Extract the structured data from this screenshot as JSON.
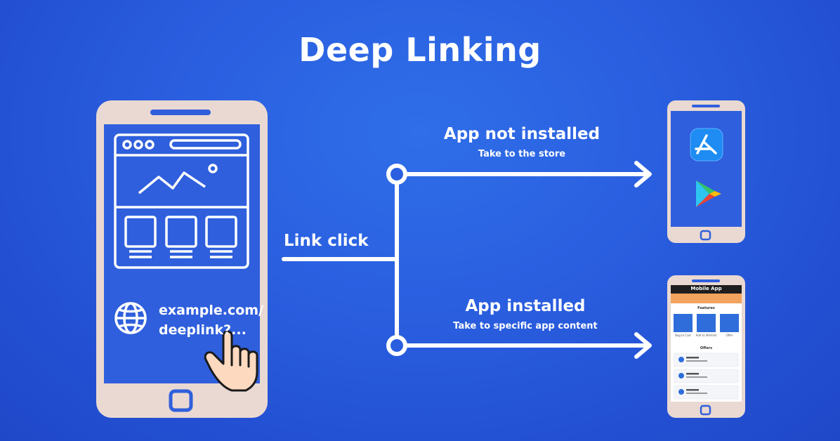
{
  "title": "Deep Linking",
  "link_click": "Link click",
  "branches": {
    "not_installed": {
      "title": "App not installed",
      "subtitle": "Take to the store"
    },
    "installed": {
      "title": "App installed",
      "subtitle": "Take to specific app content"
    }
  },
  "phone_url": {
    "line1": "example.com/",
    "line2": "deeplink?..."
  },
  "app_screen": {
    "header_title": "Mobile App",
    "section_title": "Features",
    "tile_labels": [
      "Bag to Cart",
      "Add to Wishlist",
      "Offer"
    ],
    "list_title": "Offers"
  },
  "colors": {
    "background": "#2a5fe0",
    "phone_body": "#ead9d2",
    "phone_screen": "#2f5fdc",
    "line": "#ffffff",
    "hand": "#fcd9bf",
    "app_store": "#1e8cf2",
    "app_header": "#1e1e1e",
    "app_banner": "#f2a35e"
  },
  "icons": [
    "globe-icon",
    "pointer-hand-icon",
    "app-store-icon",
    "google-play-icon",
    "image-icon",
    "arrow-right-icon"
  ]
}
